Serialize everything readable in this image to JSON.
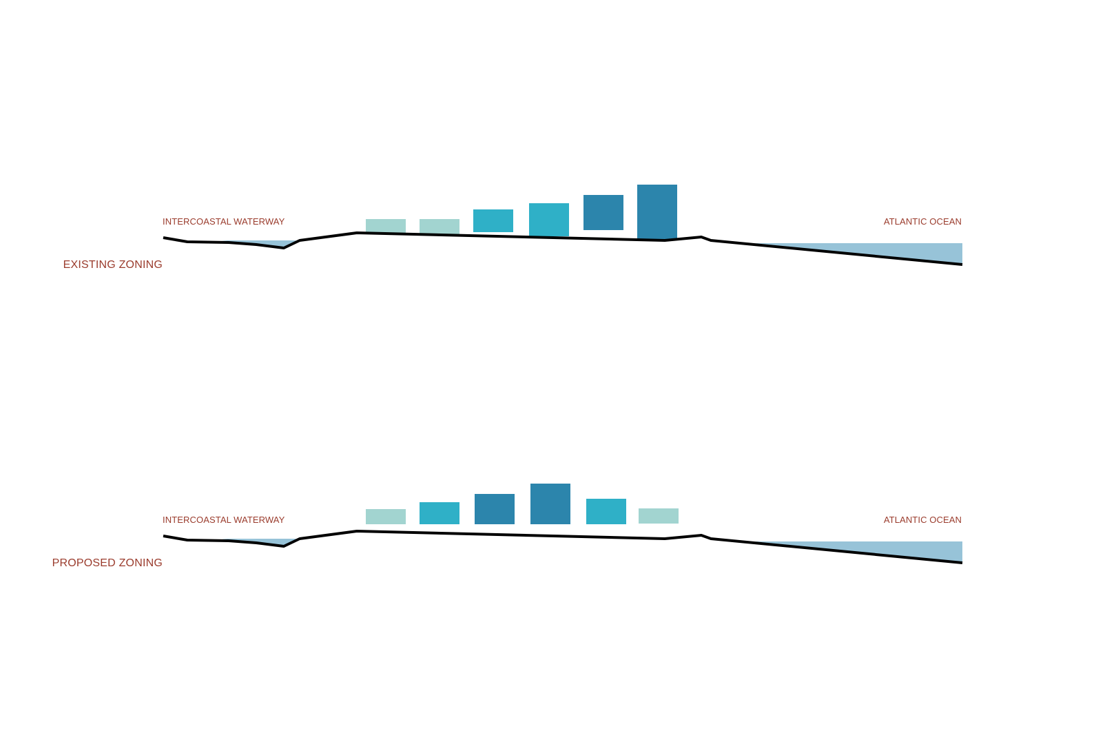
{
  "colors": {
    "label": "#9a3b2c",
    "ground": "#000000",
    "water": "#97c3d8",
    "height_1": "#a2d4d0",
    "height_2": "#2fb0c7",
    "height_3": "#2c85ac"
  },
  "sections": [
    {
      "title": "EXISTING ZONING",
      "left_water_label": "INTERCOASTAL WATERWAY",
      "right_water_label": "ATLANTIC OCEAN",
      "building_heights": [
        1,
        1,
        2,
        3,
        4,
        5
      ],
      "building_colors": [
        "height_1",
        "height_1",
        "height_2",
        "height_2",
        "height_3",
        "height_3"
      ]
    },
    {
      "title": "PROPOSED ZONING",
      "left_water_label": "INTERCOASTAL WATERWAY",
      "right_water_label": "ATLANTIC OCEAN",
      "building_heights": [
        1,
        2,
        3,
        4,
        2,
        1
      ],
      "building_colors": [
        "height_1",
        "height_2",
        "height_3",
        "height_3",
        "height_2",
        "height_1"
      ]
    }
  ]
}
